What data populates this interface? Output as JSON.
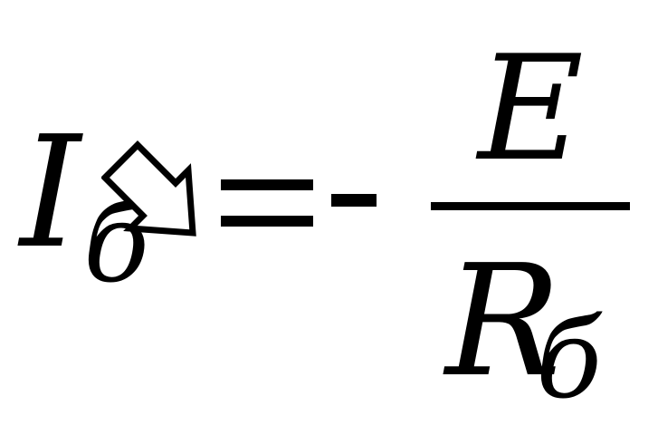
{
  "formula": {
    "lhs": {
      "symbol": "I",
      "subscript": "б",
      "icon": "hollow-arrow-down-right-icon"
    },
    "equals": "=",
    "minus": "-",
    "fraction": {
      "numerator": "E",
      "denominator": {
        "symbol": "R",
        "subscript": "б"
      }
    }
  }
}
